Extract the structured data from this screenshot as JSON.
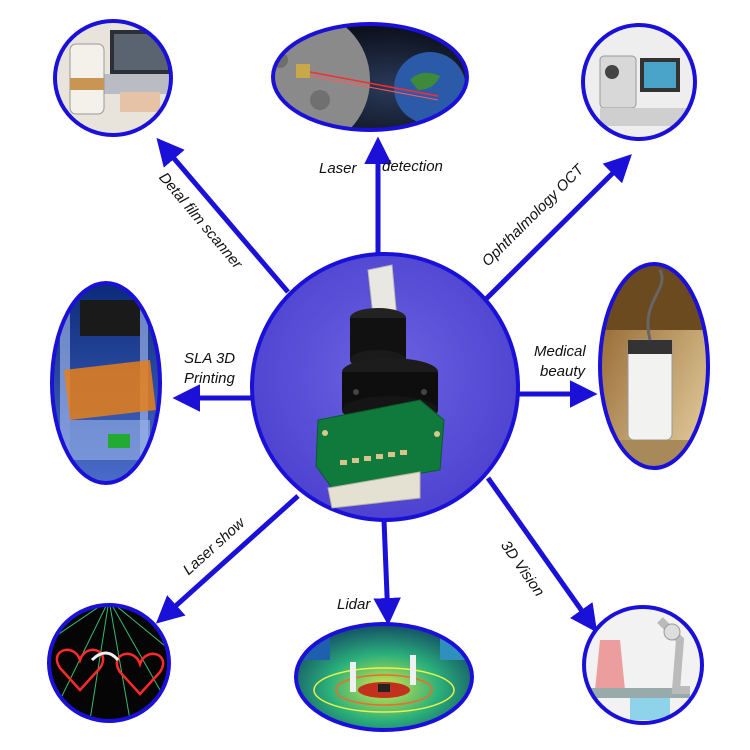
{
  "labels": {
    "laser_a": "Laser",
    "laser_b": "detection",
    "ophthalmology": "Ophthalmology OCT",
    "dental": "Detal film scanner",
    "sla_line1": "SLA 3D",
    "sla_line2": "Printing",
    "medical_line1": "Medical",
    "medical_line2": "beauty",
    "laser_show": "Laser show",
    "lidar": "Lidar",
    "vision": "3D Vision"
  },
  "colors": {
    "arrow": "#1a10d8",
    "hub_fill": "#5a4fd6",
    "ring": "#1a10d8"
  }
}
